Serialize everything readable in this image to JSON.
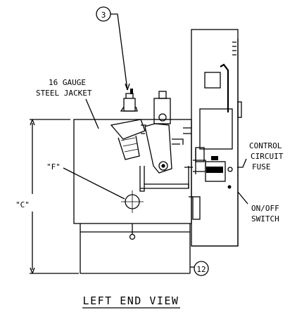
{
  "drawing": {
    "callouts": {
      "top_item": "3",
      "bottom_item": "12"
    },
    "labels": {
      "jacket_line1": "16 GAUGE",
      "jacket_line2": "STEEL JACKET",
      "dim_c": "\"C\"",
      "dim_f": "\"F\"",
      "fuse_line1": "CONTROL",
      "fuse_line2": "CIRCUIT",
      "fuse_line3": "FUSE",
      "switch_line1": "ON/OFF",
      "switch_line2": "SWITCH"
    },
    "view_title": "LEFT END VIEW",
    "colors": {
      "ink": "#000000",
      "paper": "#ffffff"
    }
  }
}
